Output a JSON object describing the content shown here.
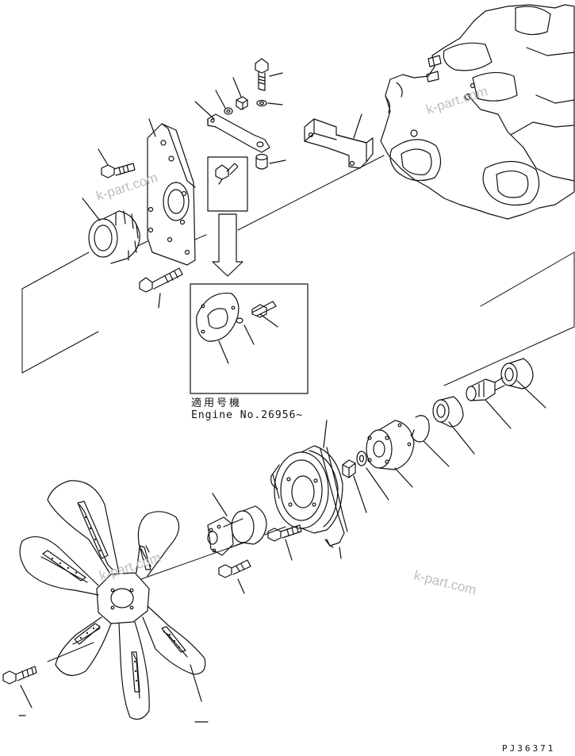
{
  "diagram": {
    "applicability_note": {
      "jp": "適用号機",
      "engine": "Engine No.26956~"
    },
    "drawing_id": "PJ36371",
    "watermark": "k-part.com"
  }
}
